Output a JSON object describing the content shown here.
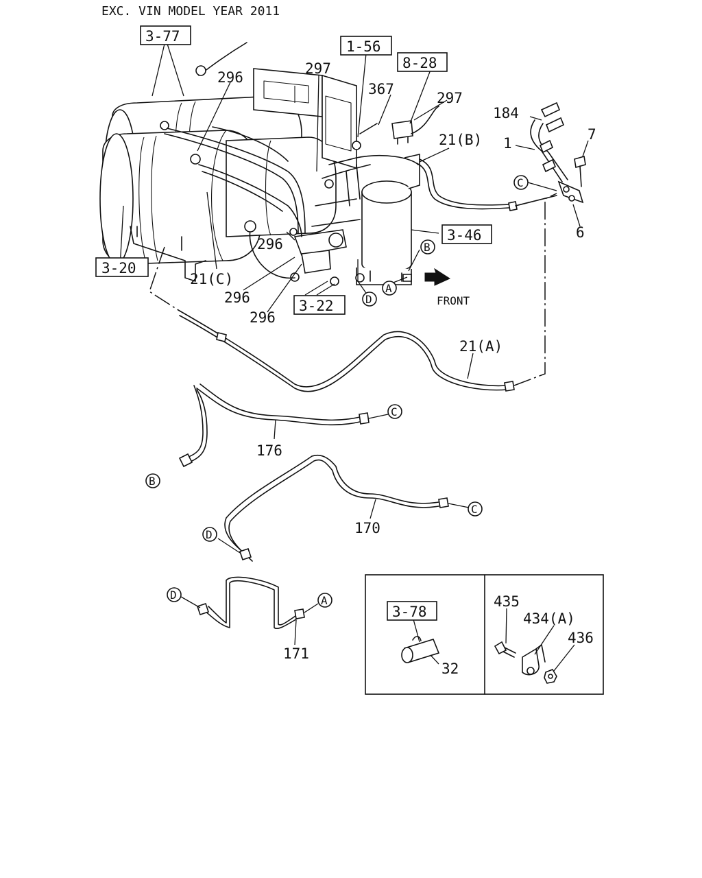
{
  "title": "EXC. VIN MODEL YEAR 2011",
  "direction_label": "FRONT",
  "ref_boxes": {
    "r377": "3-77",
    "r156": "1-56",
    "r828": "8-28",
    "r346": "3-46",
    "r320": "3-20",
    "r322": "3-22",
    "r378": "3-78"
  },
  "part_labels": {
    "p296a": "296",
    "p297a": "297",
    "p367": "367",
    "p297b": "297",
    "p184": "184",
    "p7": "7",
    "p1": "1",
    "p21b": "21(B)",
    "p6": "6",
    "p296b": "296",
    "p21c": "21(C)",
    "p296c": "296",
    "p296d": "296",
    "p21a": "21(A)",
    "p176": "176",
    "p170": "170",
    "p171": "171",
    "p435": "435",
    "p434a": "434(A)",
    "p436": "436",
    "p32": "32"
  },
  "connectors": {
    "A": "A",
    "B": "B",
    "C": "C",
    "D": "D"
  }
}
